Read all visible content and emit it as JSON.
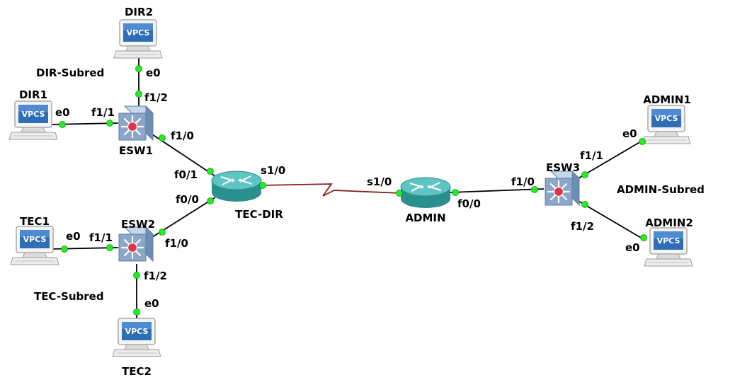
{
  "colors": {
    "ethernet_link": "#000000",
    "serial_link": "#8b1a1a",
    "port_dot": "#22ee22",
    "router_body": "#2a8f8f",
    "router_top": "#5fc4c4",
    "switch_body": "#8aa6c9",
    "switch_center": "#e0344c",
    "pc_screen": "#2f6db5"
  },
  "labels": {
    "vpcs": "VPCS",
    "subnets": {
      "dir": "DIR-Subred",
      "tec": "TEC-Subred",
      "admin": "ADMIN-Subred"
    }
  },
  "devices": {
    "dir2": {
      "name": "DIR2",
      "type": "vpcs"
    },
    "dir1": {
      "name": "DIR1",
      "type": "vpcs"
    },
    "tec1": {
      "name": "TEC1",
      "type": "vpcs"
    },
    "tec2": {
      "name": "TEC2",
      "type": "vpcs"
    },
    "admin1": {
      "name": "ADMIN1",
      "type": "vpcs"
    },
    "admin2": {
      "name": "ADMIN2",
      "type": "vpcs"
    },
    "esw1": {
      "name": "ESW1",
      "type": "switch"
    },
    "esw2": {
      "name": "ESW2",
      "type": "switch"
    },
    "esw3": {
      "name": "ESW3",
      "type": "switch"
    },
    "tec_dir": {
      "name": "TEC-DIR",
      "type": "router"
    },
    "admin": {
      "name": "ADMIN",
      "type": "router"
    }
  },
  "ports": {
    "dir2_e0": "e0",
    "esw1_f1_2": "f1/2",
    "dir1_e0": "e0",
    "esw1_f1_1": "f1/1",
    "esw1_f1_0": "f1/0",
    "tecdir_f0_1": "f0/1",
    "tecdir_f0_0": "f0/0",
    "tecdir_s1_0": "s1/0",
    "tec1_e0": "e0",
    "esw2_f1_1": "f1/1",
    "esw2_f1_0": "f1/0",
    "esw2_f1_2": "f1/2",
    "tec2_e0": "e0",
    "admin_s1_0": "s1/0",
    "admin_f0_0": "f0/0",
    "esw3_f1_0": "f1/0",
    "esw3_f1_1": "f1/1",
    "esw3_f1_2": "f1/2",
    "admin1_e0": "e0",
    "admin2_e0": "e0"
  },
  "links": [
    {
      "from": "dir2",
      "from_port": "e0",
      "to": "esw1",
      "to_port": "f1/2",
      "kind": "ethernet"
    },
    {
      "from": "dir1",
      "from_port": "e0",
      "to": "esw1",
      "to_port": "f1/1",
      "kind": "ethernet"
    },
    {
      "from": "esw1",
      "from_port": "f1/0",
      "to": "tec_dir",
      "to_port": "f0/1",
      "kind": "ethernet"
    },
    {
      "from": "esw2",
      "from_port": "f1/0",
      "to": "tec_dir",
      "to_port": "f0/0",
      "kind": "ethernet"
    },
    {
      "from": "tec1",
      "from_port": "e0",
      "to": "esw2",
      "to_port": "f1/1",
      "kind": "ethernet"
    },
    {
      "from": "tec2",
      "from_port": "e0",
      "to": "esw2",
      "to_port": "f1/2",
      "kind": "ethernet"
    },
    {
      "from": "tec_dir",
      "from_port": "s1/0",
      "to": "admin",
      "to_port": "s1/0",
      "kind": "serial"
    },
    {
      "from": "admin",
      "from_port": "f0/0",
      "to": "esw3",
      "to_port": "f1/0",
      "kind": "ethernet"
    },
    {
      "from": "esw3",
      "from_port": "f1/1",
      "to": "admin1",
      "to_port": "e0",
      "kind": "ethernet"
    },
    {
      "from": "esw3",
      "from_port": "f1/2",
      "to": "admin2",
      "to_port": "e0",
      "kind": "ethernet"
    }
  ]
}
